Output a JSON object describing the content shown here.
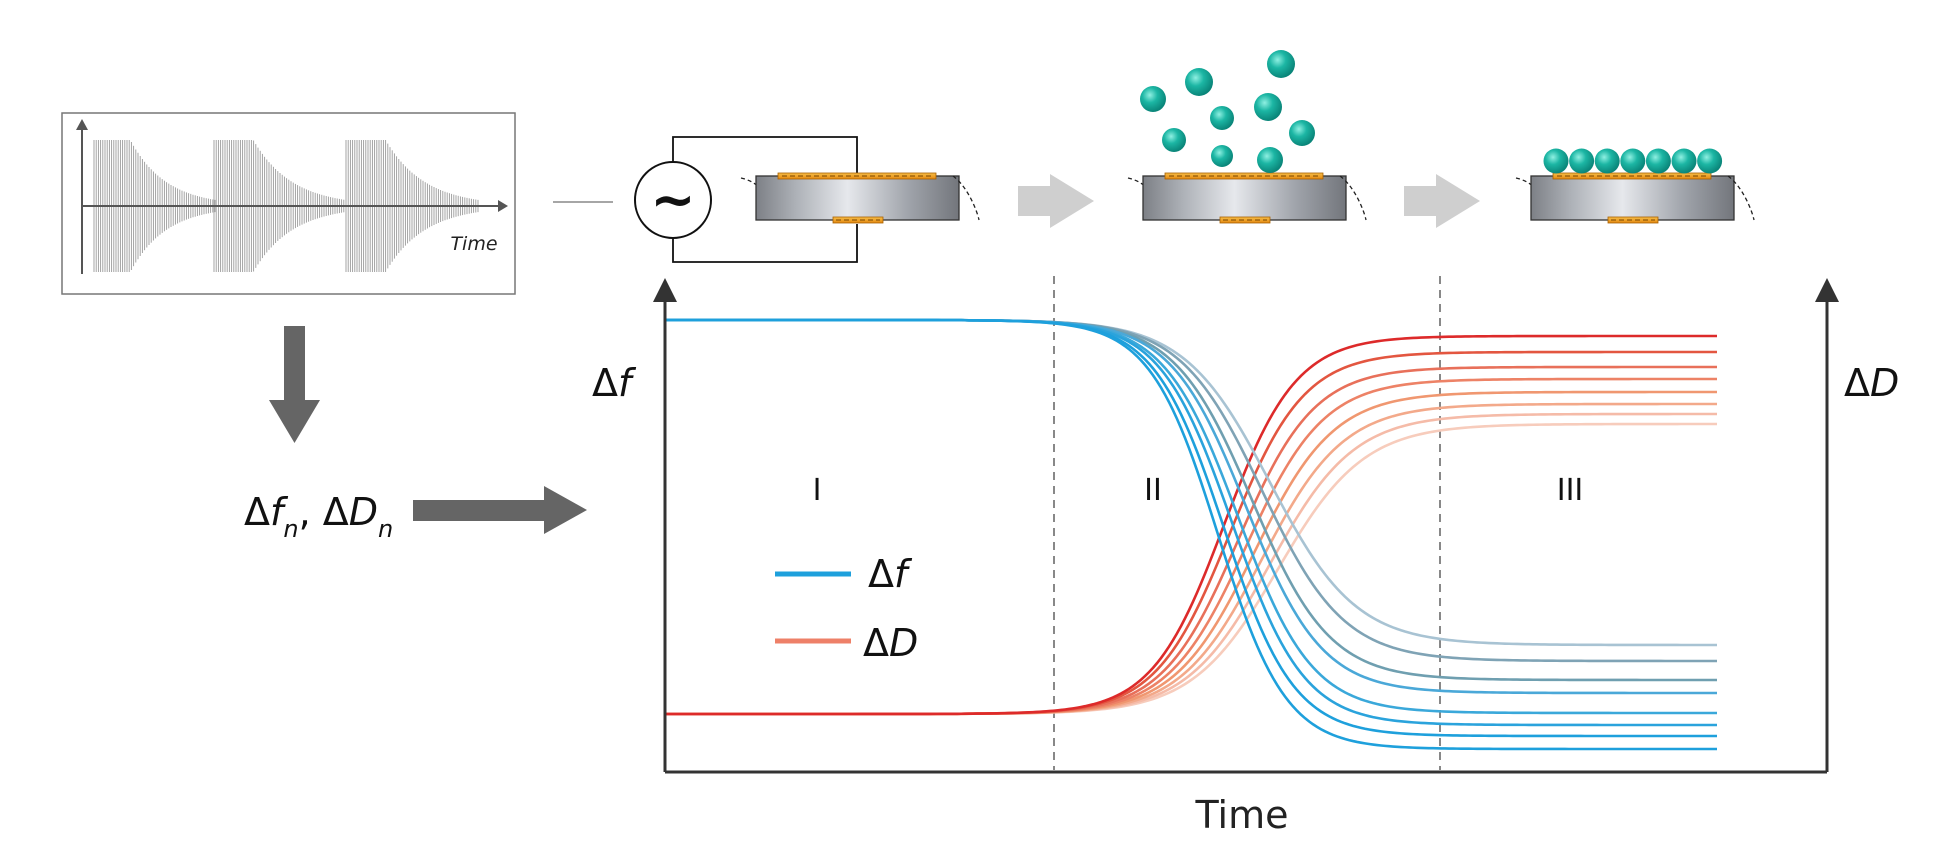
{
  "inset": {
    "time_label": "Time"
  },
  "params": {
    "delta": "Δ",
    "f": "f",
    "comma": ", ",
    "D": "D",
    "n": "n"
  },
  "generator_symbol": "~",
  "axes": {
    "left_prefix": "Δ",
    "left_var": "f",
    "right_prefix": "Δ",
    "right_var": "D",
    "x_label": "Time"
  },
  "regions": [
    "I",
    "II",
    "III"
  ],
  "legend": [
    {
      "prefix": "Δ",
      "var": "f",
      "color": "#1ea0dc"
    },
    {
      "prefix": "Δ",
      "var": "D",
      "color": "#ee8068"
    }
  ],
  "colors": {
    "f_curves": [
      "#1ea0dc",
      "#1ea0dc",
      "#2aa3dc",
      "#3aa8da",
      "#4aa8d8",
      "#6f9fb0",
      "#7fa3b5",
      "#a8c3d3"
    ],
    "d_curves": [
      "#dd2a2a",
      "#e35640",
      "#e8705a",
      "#ed8266",
      "#f09770",
      "#f3a98a",
      "#f5bba8",
      "#f7ccbc"
    ],
    "sensor_electrode": "#f0a020",
    "particle": "#14b0a0",
    "arrow_dark": "#656565",
    "arrow_light": "#cfcfcf"
  }
}
